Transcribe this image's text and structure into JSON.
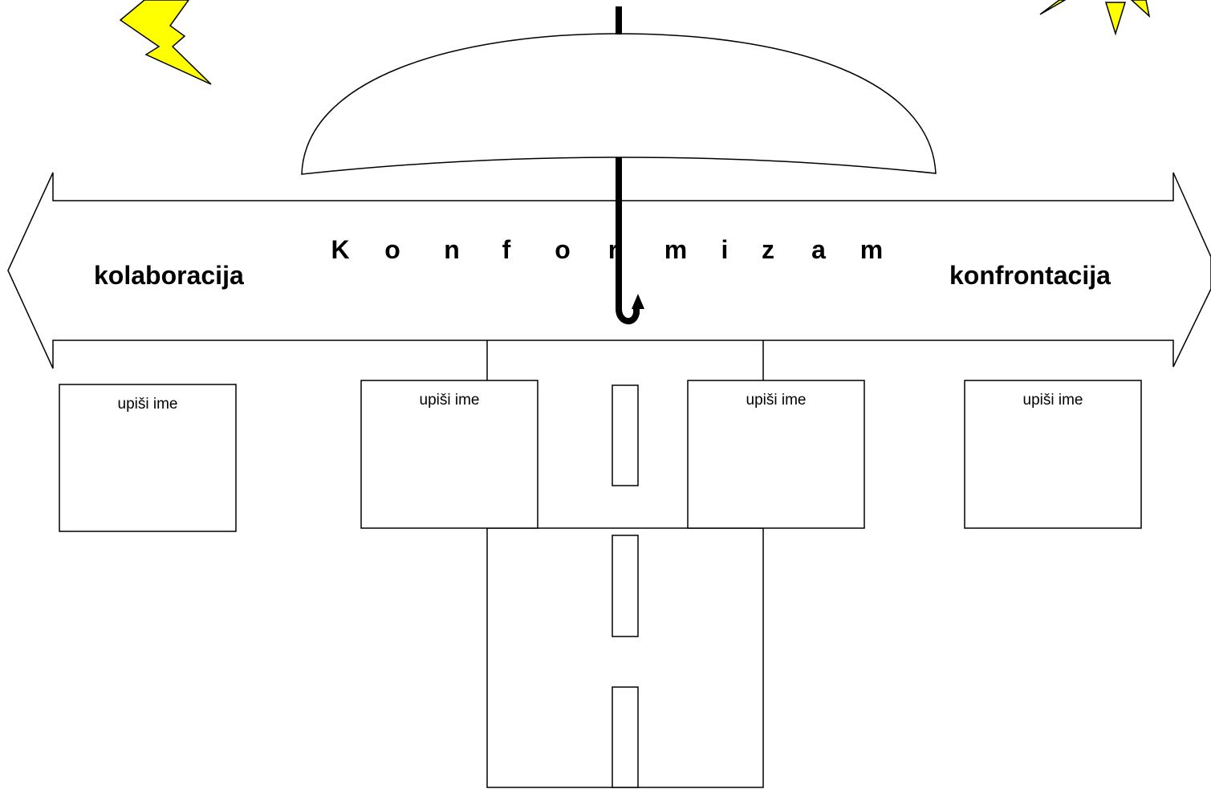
{
  "diagram": {
    "title": "K o n f o r m i z a m",
    "title_letters": [
      "K",
      "o",
      "n",
      "f",
      "o",
      "r",
      "m",
      "i",
      "z",
      "a",
      "m"
    ],
    "left_label": "kolaboracija",
    "right_label": "konfrontacija",
    "name_boxes": [
      {
        "label": "upiši ime"
      },
      {
        "label": "upiši ime"
      },
      {
        "label": "upiši ime"
      },
      {
        "label": "upiši ime"
      }
    ]
  },
  "colors": {
    "stroke": "#000000",
    "lightning_fill": "#ffff00",
    "sun_fill": "#ffff00",
    "background": "#ffffff"
  },
  "icons": {
    "lightning": "lightning-icon",
    "sun": "sun-icon",
    "umbrella": "umbrella-icon"
  }
}
